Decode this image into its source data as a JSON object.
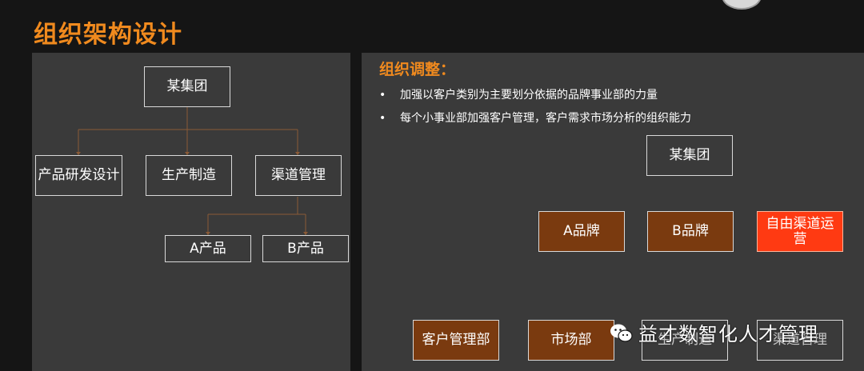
{
  "title": "组织架构设计",
  "left_chart": {
    "root": "某集团",
    "level1": [
      "产品研发设计",
      "生产制造",
      "渠道管理"
    ],
    "level2": [
      "A产品",
      "B产品"
    ]
  },
  "right_panel": {
    "heading": "组织调整：",
    "bullets": [
      "加强以客户类别为主要划分依据的品牌事业部的力量",
      "每个小事业部加强客户管理，客户需求市场分析的组织能力"
    ],
    "bullet_symbol": "•",
    "root": "某集团",
    "level1": [
      "A品牌",
      "B品牌",
      "自由渠道运营"
    ],
    "level2": [
      "客户管理部",
      "市场部",
      "生产制造",
      "渠道管理"
    ]
  },
  "watermark": {
    "text": "益才数智化人才管理",
    "icon": "wechat-icon"
  },
  "colors": {
    "accent": "#f08a1e",
    "brown": "#7a3a0f",
    "red": "#ff3a12",
    "connector_left": "#8a5a36",
    "connector_right": "#b5652a"
  }
}
